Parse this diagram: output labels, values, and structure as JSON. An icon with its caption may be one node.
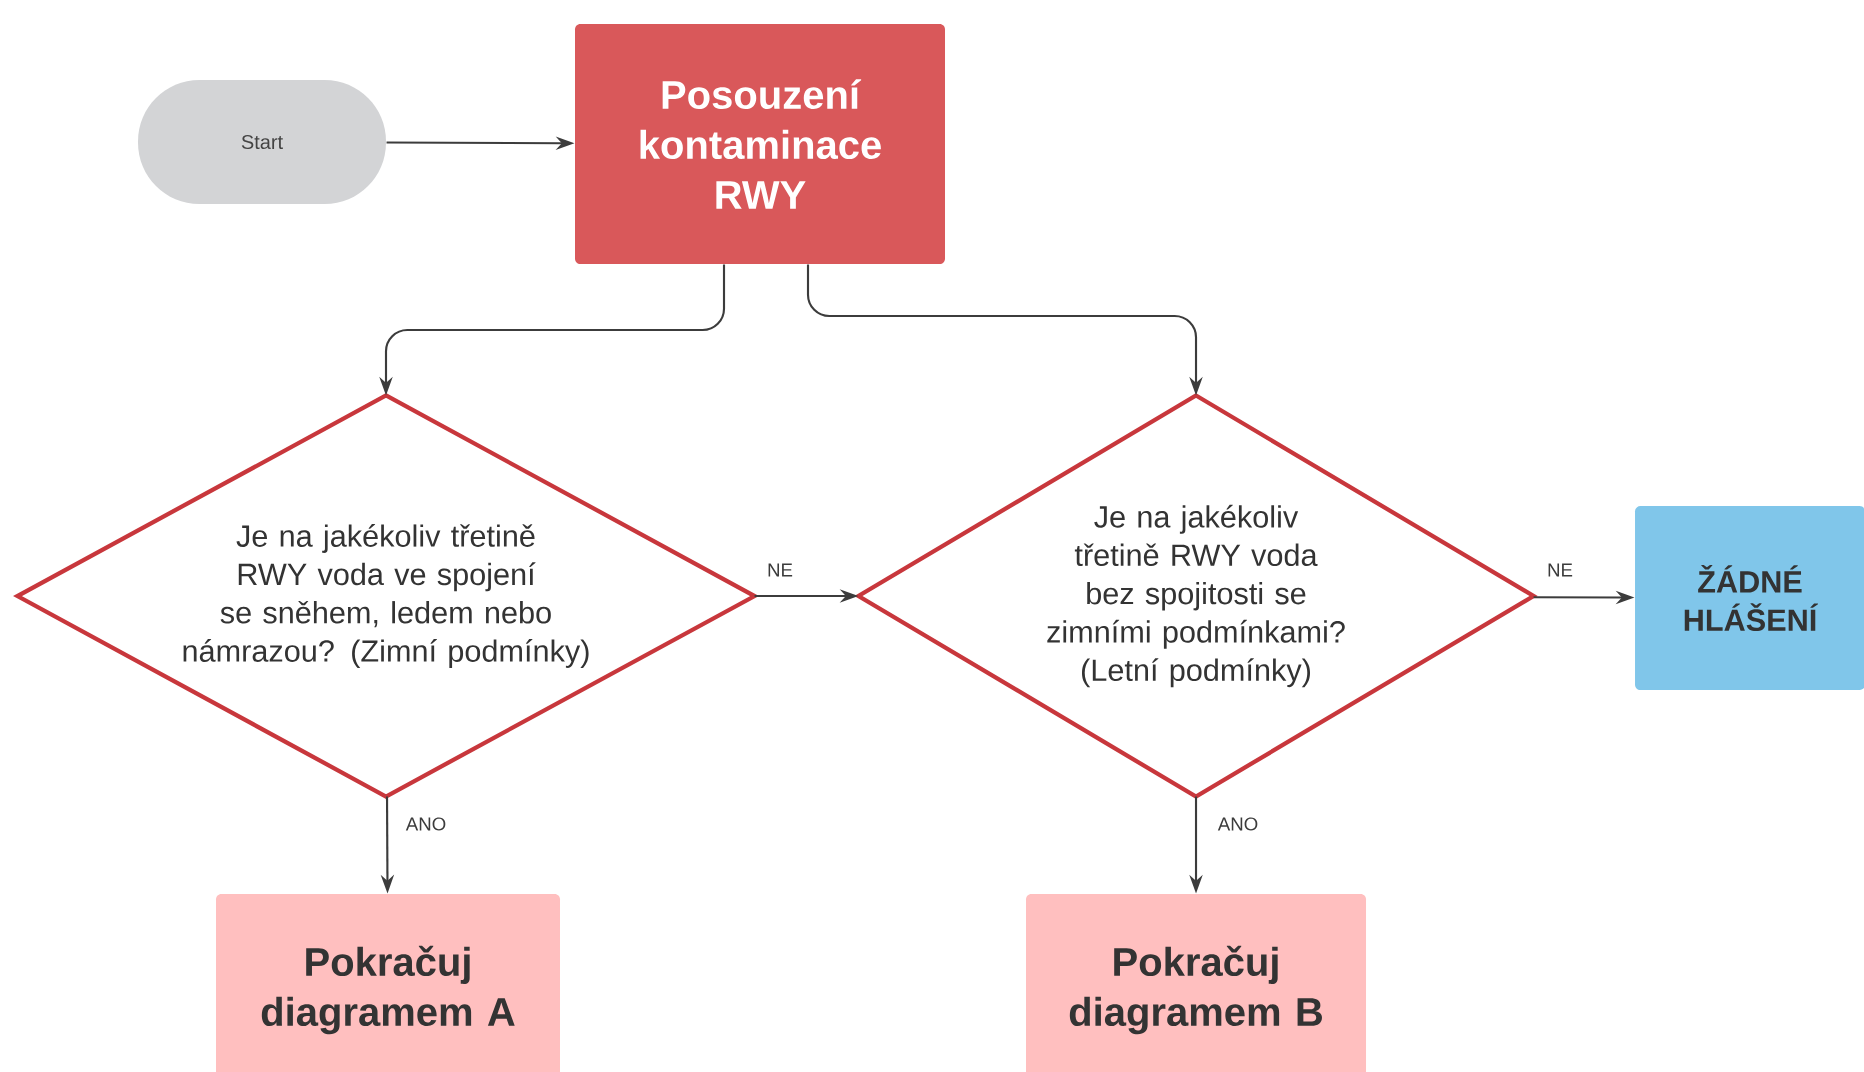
{
  "diagram": {
    "nodes": [
      {
        "text": [
          "Start"
        ]
      },
      {
        "text": [
          "Posouzení kontaminace RWY"
        ]
      },
      {
        "text": [
          "Je na jakékoliv třetině RWY voda ve spojení se sněhem, ledem nebo námrazou? (Zimní podmínky)"
        ]
      },
      {
        "text": [
          "Je na jakékoliv třetině RWY voda bez spojitosti se zimními podmínkami? (Letní podmínky)"
        ]
      },
      {
        "text": [
          "ŽÁDNÉ HLÁŠENÍ"
        ]
      },
      {
        "text": [
          "Pokračuj diagramem A"
        ]
      },
      {
        "text": [
          "Pokračuj diagramem B"
        ]
      }
    ],
    "edges": [
      {
        "from": 0,
        "to": 1,
        "arrow": "to"
      },
      {
        "from": 1,
        "to": 2,
        "arrow": "to"
      },
      {
        "from": 1,
        "to": 3,
        "arrow": "to"
      },
      {
        "from": 2,
        "to": 3,
        "arrow": "to",
        "label": "NE"
      },
      {
        "from": 3,
        "to": 4,
        "arrow": "to",
        "label": "NE"
      },
      {
        "from": 2,
        "to": 5,
        "arrow": "to",
        "label": "ANO"
      },
      {
        "from": 3,
        "to": 6,
        "arrow": "to",
        "label": "ANO"
      }
    ]
  }
}
